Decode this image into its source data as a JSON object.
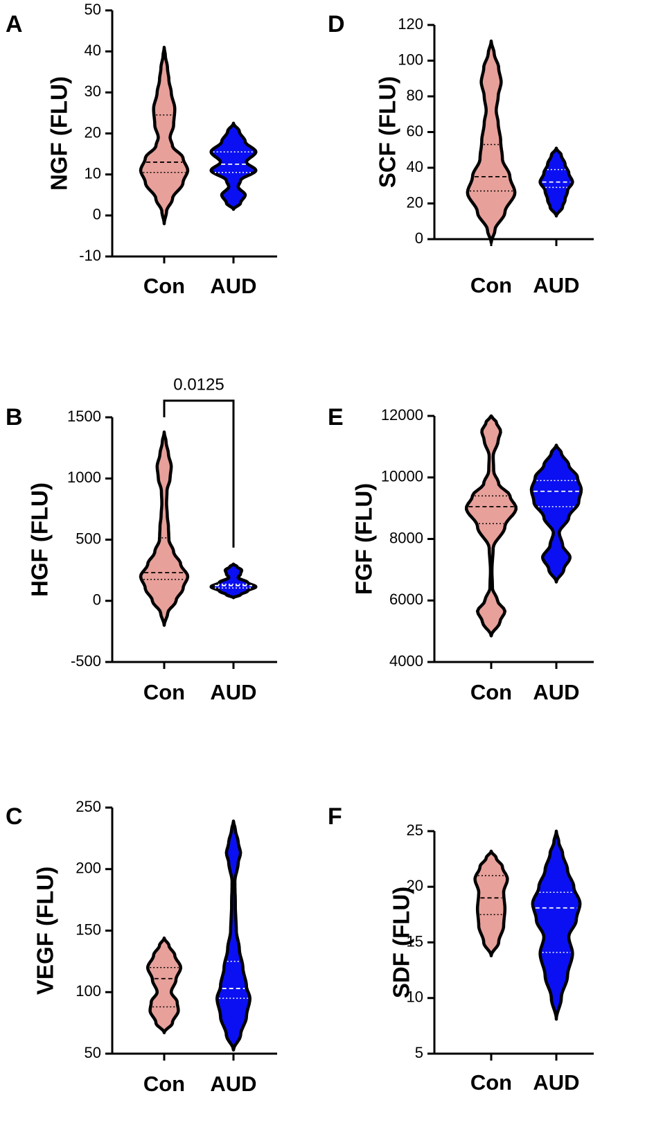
{
  "colors": {
    "con": "#E8A09A",
    "aud": "#0A10F2",
    "outline": "#000000",
    "aud_line": "#FFFFFF",
    "con_line": "#000000"
  },
  "chart_data": [
    {
      "panel": "A",
      "type": "violin",
      "ylabel": "NGF (FLU)",
      "ylim": [
        -10,
        50
      ],
      "yticks": [
        "-10",
        "0",
        "10",
        "20",
        "30",
        "40",
        "50"
      ],
      "categories": [
        "Con",
        "AUD"
      ],
      "series": [
        {
          "name": "Con",
          "y_min": -2,
          "y_max": 41,
          "median": 13,
          "q1": 10.5,
          "q3": 24.5,
          "profile": [
            [
              -2,
              0
            ],
            [
              1,
              0.1
            ],
            [
              4,
              0.35
            ],
            [
              8,
              0.8
            ],
            [
              11,
              1
            ],
            [
              14,
              0.8
            ],
            [
              17,
              0.35
            ],
            [
              19,
              0.25
            ],
            [
              22,
              0.4
            ],
            [
              26,
              0.45
            ],
            [
              30,
              0.3
            ],
            [
              33,
              0.2
            ],
            [
              36,
              0.14
            ],
            [
              39,
              0.05
            ],
            [
              41,
              0
            ]
          ]
        },
        {
          "name": "AUD",
          "y_min": 1.5,
          "y_max": 22.5,
          "median": 12.5,
          "q1": 10.5,
          "q3": 15.5,
          "profile": [
            [
              1.5,
              0
            ],
            [
              3,
              0.3
            ],
            [
              5,
              0.5
            ],
            [
              7,
              0.2
            ],
            [
              8.5,
              0.3
            ],
            [
              11,
              0.95
            ],
            [
              13,
              0.55
            ],
            [
              15.5,
              0.95
            ],
            [
              18,
              0.5
            ],
            [
              20.5,
              0.25
            ],
            [
              22.5,
              0
            ]
          ]
        }
      ]
    },
    {
      "panel": "B",
      "type": "violin",
      "ylabel": "HGF (FLU)",
      "ylim": [
        -500,
        1500
      ],
      "yticks": [
        "-500",
        "0",
        "500",
        "1000",
        "1500"
      ],
      "categories": [
        "Con",
        "AUD"
      ],
      "annotation": {
        "text": "0.0125",
        "between": [
          "Con",
          "AUD"
        ]
      },
      "series": [
        {
          "name": "Con",
          "y_min": -200,
          "y_max": 1380,
          "median": 230,
          "q1": 175,
          "q3": 515,
          "profile": [
            [
              -200,
              0
            ],
            [
              -100,
              0.15
            ],
            [
              0,
              0.5
            ],
            [
              100,
              0.8
            ],
            [
              200,
              1
            ],
            [
              300,
              0.7
            ],
            [
              400,
              0.4
            ],
            [
              500,
              0.2
            ],
            [
              600,
              0.18
            ],
            [
              700,
              0.13
            ],
            [
              800,
              0.1
            ],
            [
              900,
              0.12
            ],
            [
              1000,
              0.25
            ],
            [
              1100,
              0.3
            ],
            [
              1200,
              0.18
            ],
            [
              1300,
              0.08
            ],
            [
              1380,
              0
            ]
          ]
        },
        {
          "name": "AUD",
          "y_min": 25,
          "y_max": 300,
          "median": 125,
          "q1": 105,
          "q3": 135,
          "profile": [
            [
              25,
              0
            ],
            [
              50,
              0.3
            ],
            [
              80,
              0.6
            ],
            [
              115,
              0.95
            ],
            [
              150,
              0.6
            ],
            [
              190,
              0.2
            ],
            [
              220,
              0.3
            ],
            [
              250,
              0.35
            ],
            [
              280,
              0.15
            ],
            [
              300,
              0
            ]
          ]
        }
      ]
    },
    {
      "panel": "C",
      "type": "violin",
      "ylabel": "VEGF (FLU)",
      "ylim": [
        50,
        250
      ],
      "yticks": [
        "50",
        "100",
        "150",
        "200",
        "250"
      ],
      "categories": [
        "Con",
        "AUD"
      ],
      "series": [
        {
          "name": "Con",
          "y_min": 67,
          "y_max": 144,
          "median": 111,
          "q1": 88,
          "q3": 120,
          "profile": [
            [
              67,
              0
            ],
            [
              75,
              0.35
            ],
            [
              85,
              0.6
            ],
            [
              92,
              0.55
            ],
            [
              100,
              0.3
            ],
            [
              110,
              0.5
            ],
            [
              120,
              0.7
            ],
            [
              130,
              0.45
            ],
            [
              138,
              0.2
            ],
            [
              144,
              0
            ]
          ]
        },
        {
          "name": "AUD",
          "y_min": 53,
          "y_max": 239,
          "median": 103,
          "q1": 95,
          "q3": 125,
          "profile": [
            [
              53,
              0
            ],
            [
              65,
              0.3
            ],
            [
              80,
              0.55
            ],
            [
              95,
              0.7
            ],
            [
              105,
              0.55
            ],
            [
              120,
              0.4
            ],
            [
              135,
              0.25
            ],
            [
              150,
              0.12
            ],
            [
              170,
              0.08
            ],
            [
              190,
              0.06
            ],
            [
              205,
              0.2
            ],
            [
              213,
              0.3
            ],
            [
              222,
              0.2
            ],
            [
              232,
              0.08
            ],
            [
              239,
              0
            ]
          ]
        }
      ]
    },
    {
      "panel": "D",
      "type": "violin",
      "ylabel": "SCF (FLU)",
      "ylim": [
        0,
        120
      ],
      "yticks": [
        "0",
        "20",
        "40",
        "60",
        "80",
        "100",
        "120"
      ],
      "categories": [
        "Con",
        "AUD"
      ],
      "series": [
        {
          "name": "Con",
          "y_min": -2,
          "y_max": 111,
          "median": 35,
          "q1": 27,
          "q3": 53,
          "profile": [
            [
              -2,
              0
            ],
            [
              5,
              0.15
            ],
            [
              15,
              0.55
            ],
            [
              26,
              0.95
            ],
            [
              35,
              0.75
            ],
            [
              45,
              0.45
            ],
            [
              55,
              0.38
            ],
            [
              65,
              0.28
            ],
            [
              72,
              0.2
            ],
            [
              80,
              0.28
            ],
            [
              88,
              0.4
            ],
            [
              96,
              0.3
            ],
            [
              104,
              0.12
            ],
            [
              111,
              0
            ]
          ]
        },
        {
          "name": "AUD",
          "y_min": 13,
          "y_max": 51,
          "median": 32,
          "q1": 29,
          "q3": 39,
          "profile": [
            [
              13,
              0
            ],
            [
              18,
              0.25
            ],
            [
              22,
              0.35
            ],
            [
              27,
              0.45
            ],
            [
              32,
              0.65
            ],
            [
              37,
              0.5
            ],
            [
              42,
              0.35
            ],
            [
              47,
              0.2
            ],
            [
              51,
              0
            ]
          ]
        }
      ]
    },
    {
      "panel": "E",
      "type": "violin",
      "ylabel": "FGF (FLU)",
      "ylim": [
        4000,
        12000
      ],
      "yticks": [
        "4000",
        "6000",
        "8000",
        "10000",
        "12000"
      ],
      "categories": [
        "Con",
        "AUD"
      ],
      "series": [
        {
          "name": "Con",
          "y_min": 4850,
          "y_max": 12000,
          "median": 9050,
          "q1": 8500,
          "q3": 9400,
          "profile": [
            [
              4850,
              0
            ],
            [
              5300,
              0.35
            ],
            [
              5650,
              0.55
            ],
            [
              6000,
              0.25
            ],
            [
              6400,
              0.05
            ],
            [
              7000,
              0.03
            ],
            [
              7700,
              0.08
            ],
            [
              8400,
              0.55
            ],
            [
              9000,
              1
            ],
            [
              9400,
              0.75
            ],
            [
              9800,
              0.3
            ],
            [
              10200,
              0.1
            ],
            [
              10700,
              0.08
            ],
            [
              11200,
              0.28
            ],
            [
              11500,
              0.38
            ],
            [
              11800,
              0.2
            ],
            [
              12000,
              0
            ]
          ]
        },
        {
          "name": "AUD",
          "y_min": 6600,
          "y_max": 11050,
          "median": 9550,
          "q1": 9050,
          "q3": 9900,
          "profile": [
            [
              6600,
              0
            ],
            [
              7000,
              0.3
            ],
            [
              7400,
              0.55
            ],
            [
              7800,
              0.25
            ],
            [
              8200,
              0.12
            ],
            [
              8700,
              0.5
            ],
            [
              9200,
              0.9
            ],
            [
              9600,
              1
            ],
            [
              10000,
              0.85
            ],
            [
              10400,
              0.5
            ],
            [
              10800,
              0.2
            ],
            [
              11050,
              0
            ]
          ]
        }
      ]
    },
    {
      "panel": "F",
      "type": "violin",
      "ylabel": "SDF (FLU)",
      "ylim": [
        5,
        25
      ],
      "yticks": [
        "5",
        "10",
        "15",
        "20",
        "25"
      ],
      "categories": [
        "Con",
        "AUD"
      ],
      "series": [
        {
          "name": "Con",
          "y_min": 13.8,
          "y_max": 23.2,
          "median": 19,
          "q1": 17.5,
          "q3": 21,
          "profile": [
            [
              13.8,
              0
            ],
            [
              15,
              0.3
            ],
            [
              16.5,
              0.5
            ],
            [
              18,
              0.55
            ],
            [
              19.5,
              0.5
            ],
            [
              20.7,
              0.65
            ],
            [
              21.8,
              0.45
            ],
            [
              22.6,
              0.2
            ],
            [
              23.2,
              0
            ]
          ]
        },
        {
          "name": "AUD",
          "y_min": 8.1,
          "y_max": 25,
          "median": 18.1,
          "q1": 14.1,
          "q3": 19.5,
          "profile": [
            [
              8.1,
              0
            ],
            [
              10,
              0.2
            ],
            [
              12,
              0.45
            ],
            [
              14,
              0.65
            ],
            [
              15.5,
              0.5
            ],
            [
              17,
              0.8
            ],
            [
              18.5,
              0.95
            ],
            [
              20,
              0.7
            ],
            [
              21.5,
              0.45
            ],
            [
              23,
              0.25
            ],
            [
              24,
              0.1
            ],
            [
              25,
              0
            ]
          ]
        }
      ]
    }
  ]
}
